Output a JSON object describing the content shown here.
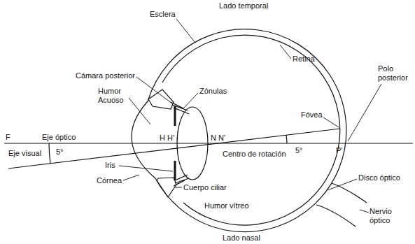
{
  "diagram": {
    "labels": [
      "Lado temporal",
      "Esclera",
      "Retina",
      "Cámara posterior",
      "Polo posterior",
      "Humor Acuoso",
      "Zónulas",
      "Fóvea",
      "Eje óptico",
      "F",
      "H",
      "H'",
      "N",
      "N'",
      "P'",
      "Eje visual",
      "5°",
      "Centro de rotación",
      "5°",
      "Iris",
      "Córnea",
      "Cuerpo ciliar",
      "Humor vítreo",
      "Disco óptico",
      "Nervio óptico",
      "Lado nasal"
    ]
  }
}
